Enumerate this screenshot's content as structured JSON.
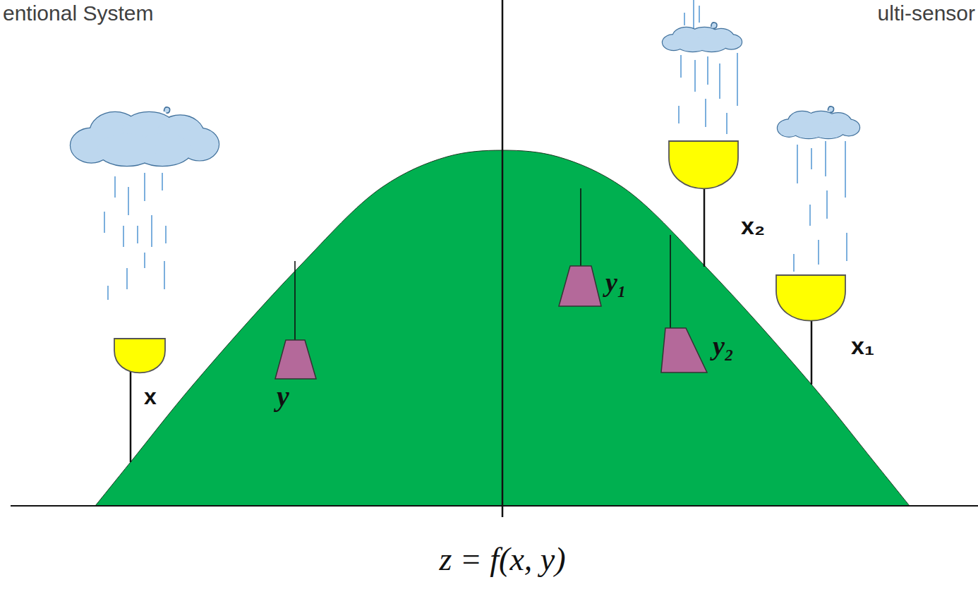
{
  "diagram": {
    "labels": [
      "entional System",
      "ulti-sensor",
      "x₂",
      "y₁",
      "y₂",
      "x₁",
      "x",
      "y",
      "z = f(x, y)"
    ]
  }
}
